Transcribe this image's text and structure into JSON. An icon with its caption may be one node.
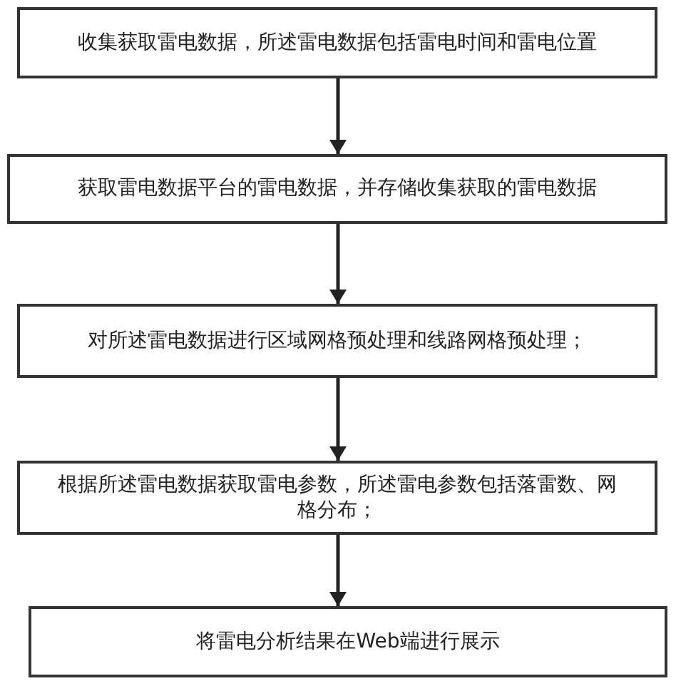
{
  "diagram": {
    "nodes": [
      {
        "text": [
          "收集获取雷电数据，所述雷电数据包括雷电时间和雷电位置"
        ]
      },
      {
        "text": [
          "获取雷电数据平台的雷电数据，并存储收集获取的雷电数据"
        ]
      },
      {
        "text": [
          "对所述雷电数据进行区域网格预处理和线路网格预处理；"
        ]
      },
      {
        "text": [
          "根据所述雷电数据获取雷电参数，所述雷电参数包括落雷数、网格分布；"
        ]
      },
      {
        "text": [
          "将雷电分析结果在Web端进行展示"
        ]
      }
    ],
    "edges": [
      {
        "from": 0,
        "to": 1,
        "arrow": "to"
      },
      {
        "from": 1,
        "to": 2,
        "arrow": "to"
      },
      {
        "from": 2,
        "to": 3,
        "arrow": "to"
      },
      {
        "from": 3,
        "to": 4,
        "arrow": "to"
      }
    ]
  }
}
